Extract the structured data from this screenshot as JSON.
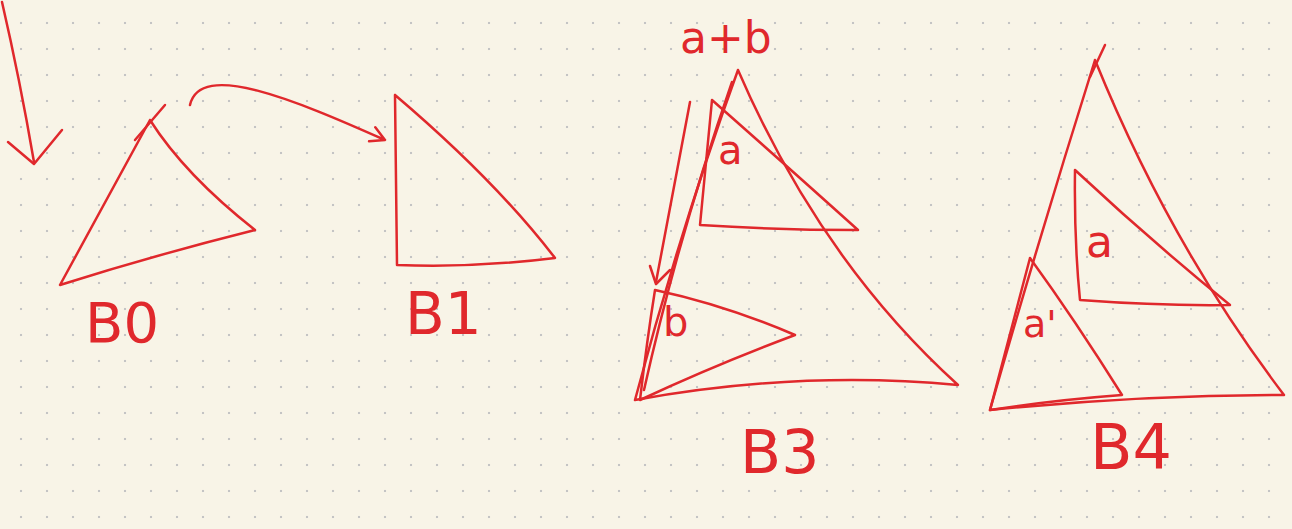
{
  "diagram": {
    "nodes": [
      {
        "text": [
          "B0"
        ]
      },
      {
        "text": [
          "B1"
        ]
      },
      {
        "text": [
          "a+b",
          "B3"
        ]
      },
      {
        "text": [
          "a"
        ],
        "in": 2
      },
      {
        "text": [
          "b"
        ],
        "in": 2
      },
      {
        "text": [
          "B4"
        ]
      },
      {
        "text": [
          "a"
        ],
        "in": 5
      },
      {
        "text": [
          "a'"
        ],
        "in": 5
      }
    ],
    "edges": [
      {
        "from": 0,
        "to": 1,
        "arrow": "to"
      }
    ]
  }
}
